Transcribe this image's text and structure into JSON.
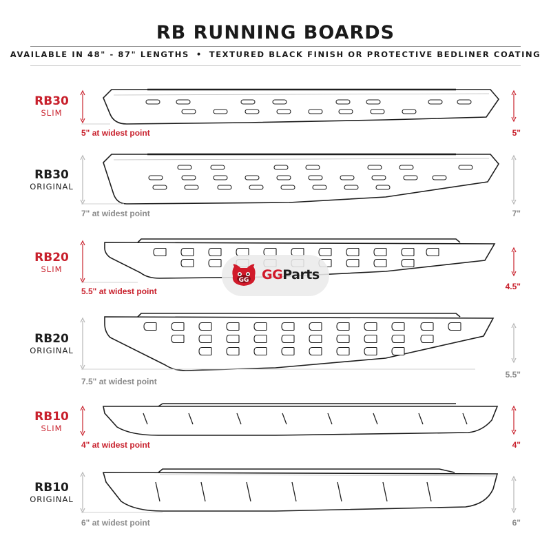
{
  "header": {
    "title": "RB RUNNING BOARDS",
    "subtitle_left": "AVAILABLE IN 48\" - 87\" LENGTHS",
    "separator": "•",
    "subtitle_right": "TEXTURED BLACK FINISH OR PROTECTIVE BEDLINER COATING"
  },
  "colors": {
    "accent_red": "#c8202c",
    "text_dark": "#1e1e1e",
    "muted_gray": "#8a8a8a"
  },
  "boards": [
    {
      "model": "RB30",
      "variant": "SLIM",
      "accent": "red",
      "widest_label": "5\" at widest point",
      "right_label": "5\""
    },
    {
      "model": "RB30",
      "variant": "ORIGINAL",
      "accent": "black",
      "widest_label": "7\" at widest point",
      "right_label": "7\""
    },
    {
      "model": "RB20",
      "variant": "SLIM",
      "accent": "red",
      "widest_label": "5.5\" at widest point",
      "right_label": "4.5\""
    },
    {
      "model": "RB20",
      "variant": "ORIGINAL",
      "accent": "black",
      "widest_label": "7.5\" at widest point",
      "right_label": "5.5\""
    },
    {
      "model": "RB10",
      "variant": "SLIM",
      "accent": "red",
      "widest_label": "4\" at widest point",
      "right_label": "4\""
    },
    {
      "model": "RB10",
      "variant": "ORIGINAL",
      "accent": "black",
      "widest_label": "6\" at widest point",
      "right_label": "6\""
    }
  ],
  "watermark": {
    "brand_gg": "GG",
    "brand_parts": "Parts",
    "icon": "red-bull-face-icon"
  }
}
